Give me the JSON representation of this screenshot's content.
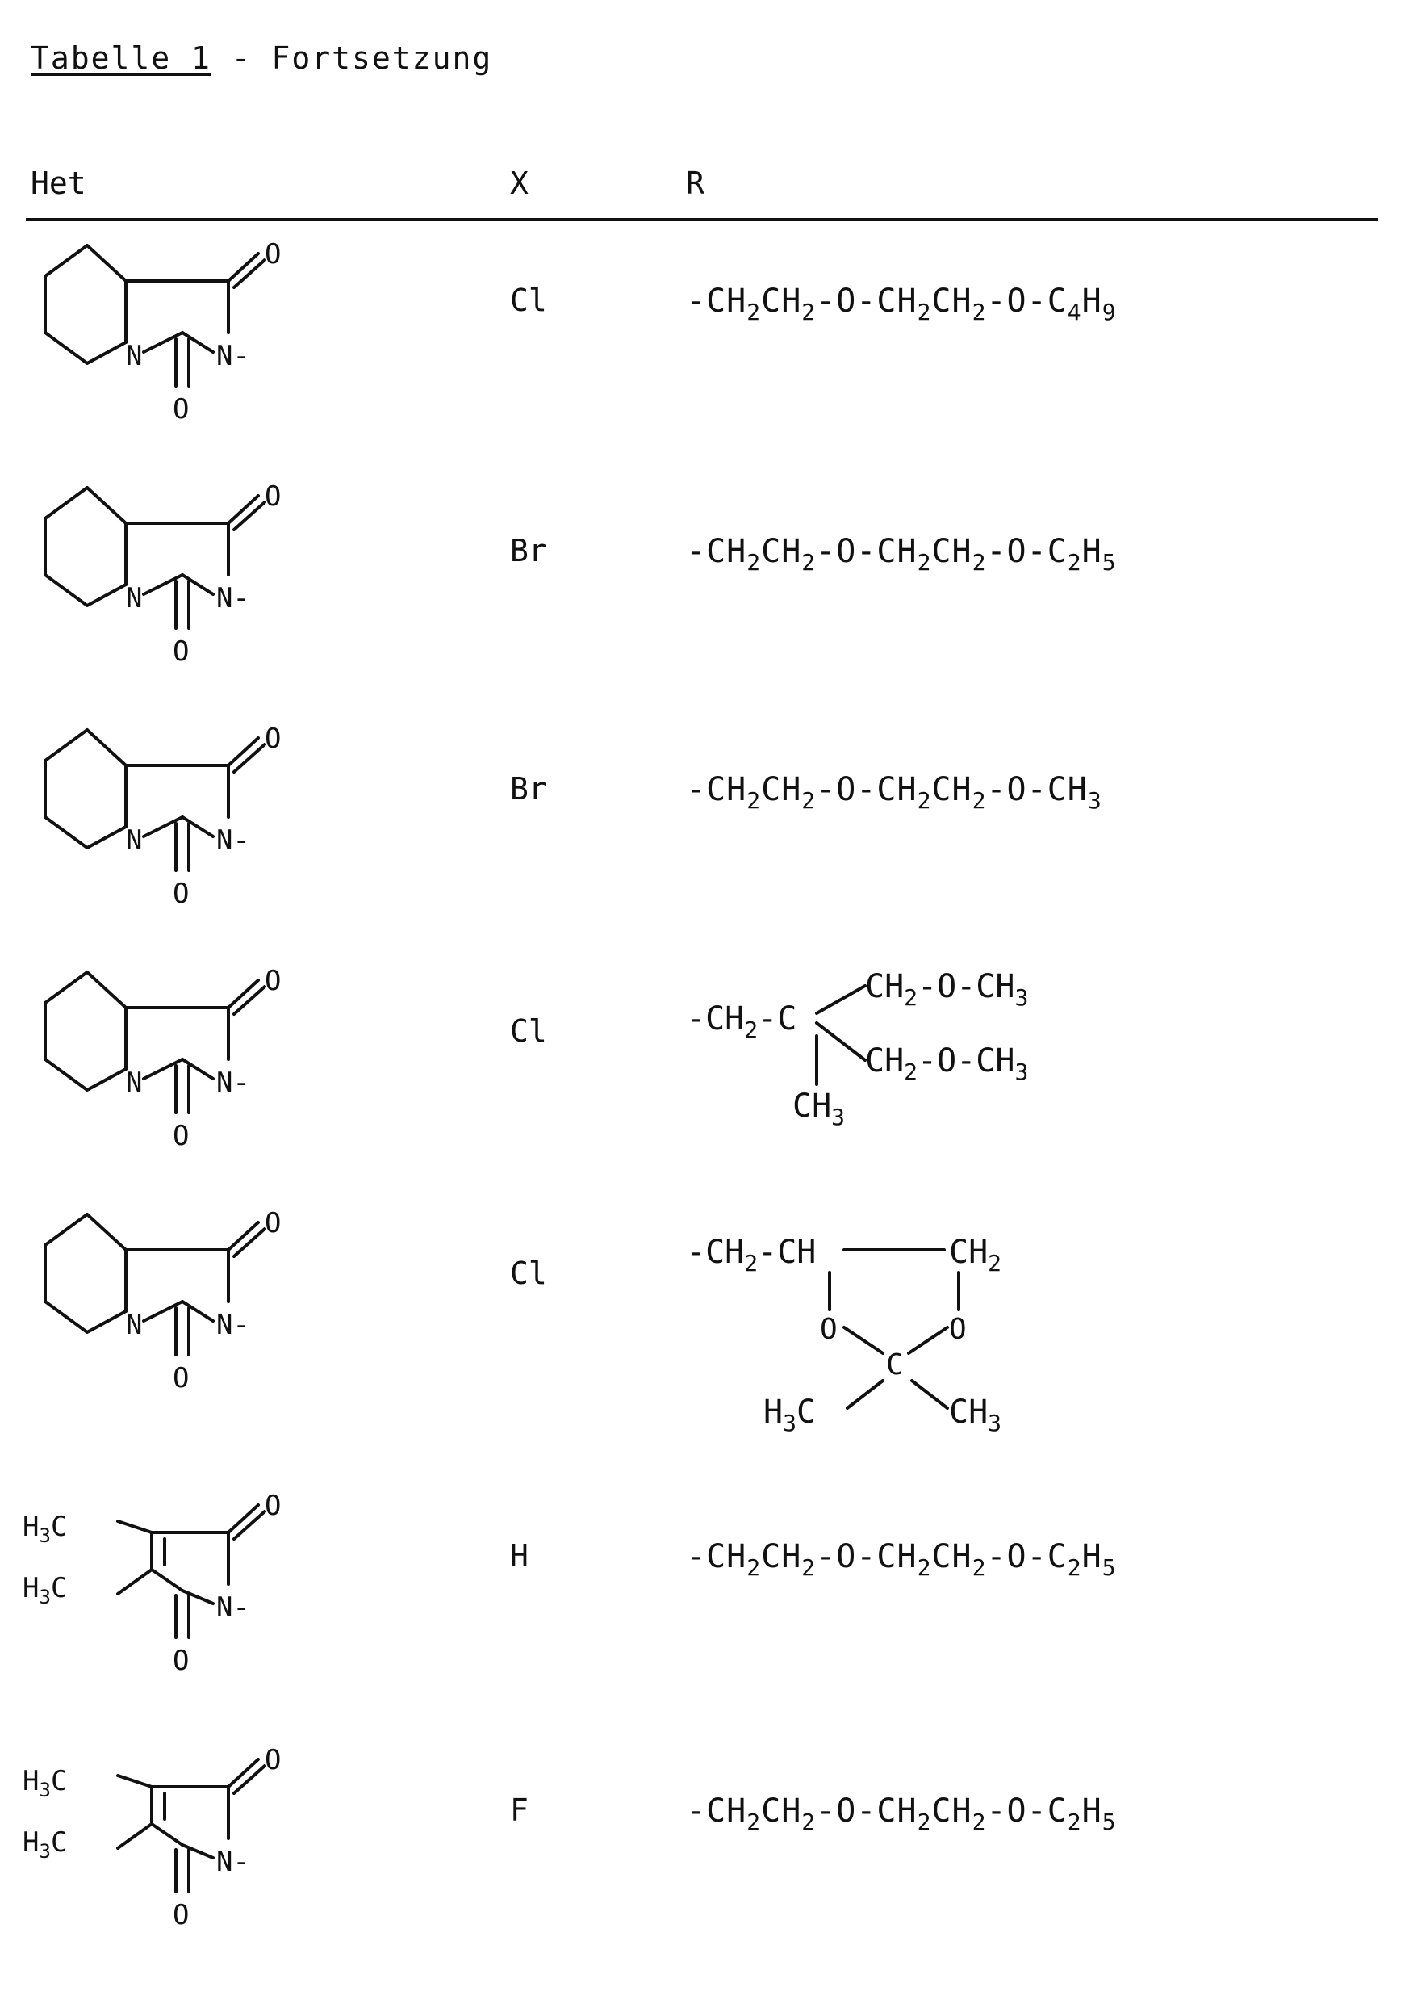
{
  "title": {
    "underlined": "Tabelle 1",
    "rest": " - Fortsetzung"
  },
  "headers": {
    "het": "Het",
    "x": "X",
    "r": "R"
  },
  "rows": [
    {
      "het": "perhydro-imidazo[1,5-a]pyridine-1,3-dione",
      "x": "Cl",
      "r": {
        "p1": "-CH",
        "s1": "2",
        "p2": "CH",
        "s2": "2",
        "p3": "-O-CH",
        "s3": "2",
        "p4": "CH",
        "s4": "2",
        "p5": "-O-C",
        "s5": "4",
        "p6": "H",
        "s6": "9"
      }
    },
    {
      "het": "perhydro-imidazo[1,5-a]pyridine-1,3-dione",
      "x": "Br",
      "r": {
        "p1": "-CH",
        "s1": "2",
        "p2": "CH",
        "s2": "2",
        "p3": "-O-CH",
        "s3": "2",
        "p4": "CH",
        "s4": "2",
        "p5": "-O-C",
        "s5": "2",
        "p6": "H",
        "s6": "5"
      }
    },
    {
      "het": "perhydro-imidazo[1,5-a]pyridine-1,3-dione",
      "x": "Br",
      "r": {
        "p1": "-CH",
        "s1": "2",
        "p2": "CH",
        "s2": "2",
        "p3": "-O-CH",
        "s3": "2",
        "p4": "CH",
        "s4": "2",
        "p5": "-O-CH",
        "s5": "3"
      }
    },
    {
      "het": "perhydro-imidazo[1,5-a]pyridine-1,3-dione",
      "x": "Cl",
      "r_group": {
        "a": "-CH",
        "a_sub": "2",
        "a2": "-C",
        "b": "CH",
        "b_sub": "2",
        "b2": "-O-CH",
        "b2_sub": "3",
        "c": "CH",
        "c_sub": "2",
        "c2": "-O-CH",
        "c2_sub": "3",
        "d": "CH",
        "d_sub": "3"
      }
    },
    {
      "het": "perhydro-imidazo[1,5-a]pyridine-1,3-dione",
      "x": "Cl",
      "r_group": {
        "a": "-CH",
        "a_sub": "2",
        "a2": "-CH",
        "b": "CH",
        "b_sub": "2",
        "o": "O",
        "c": "C",
        "h3c": "H",
        "h3c_sub": "3",
        "h3c2": "C",
        "ch3": "CH",
        "ch3_sub": "3"
      }
    },
    {
      "het": "3,4-dimethylmaleimide",
      "x": "H",
      "r": {
        "p1": "-CH",
        "s1": "2",
        "p2": "CH",
        "s2": "2",
        "p3": "-O-CH",
        "s3": "2",
        "p4": "CH",
        "s4": "2",
        "p5": "-O-C",
        "s5": "2",
        "p6": "H",
        "s6": "5"
      }
    },
    {
      "het": "3,4-dimethylmaleimide",
      "x": "F",
      "r": {
        "p1": "-CH",
        "s1": "2",
        "p2": "CH",
        "s2": "2",
        "p3": "-O-CH",
        "s3": "2",
        "p4": "CH",
        "s4": "2",
        "p5": "-O-C",
        "s5": "2",
        "p6": "H",
        "s6": "5"
      }
    }
  ],
  "atoms": {
    "o": "O",
    "n": "N",
    "n_minus": "N-",
    "h3c": "H",
    "h3c_sub": "3",
    "h3c_c": "C"
  }
}
